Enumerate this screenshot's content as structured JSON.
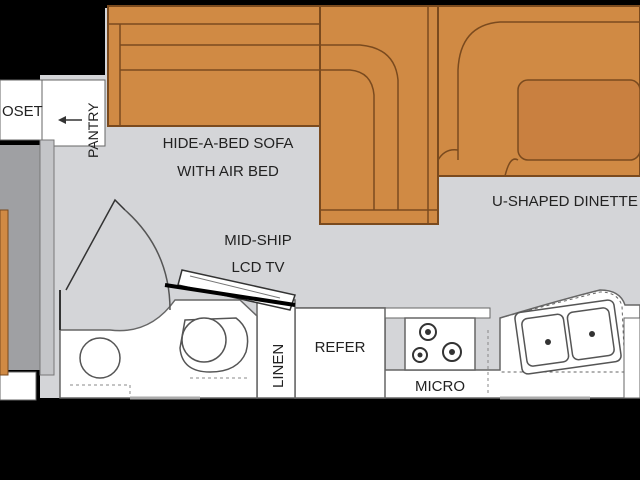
{
  "colors": {
    "floor": "#d4d5d8",
    "furniture": "#d08a44",
    "furniture_stroke": "#7a4a1e",
    "wall": "#000000",
    "counter": "#ffffff",
    "outline": "#555555"
  },
  "labels": {
    "closet": "OSET",
    "pantry": "PANTRY",
    "sofa_line1": "HIDE-A-BED SOFA",
    "sofa_line2": "WITH AIR BED",
    "dinette": "U-SHAPED DINETTE",
    "tv_line1": "MID-SHIP",
    "tv_line2": "LCD TV",
    "linen": "LINEN",
    "refer": "REFER",
    "micro": "MICRO"
  }
}
